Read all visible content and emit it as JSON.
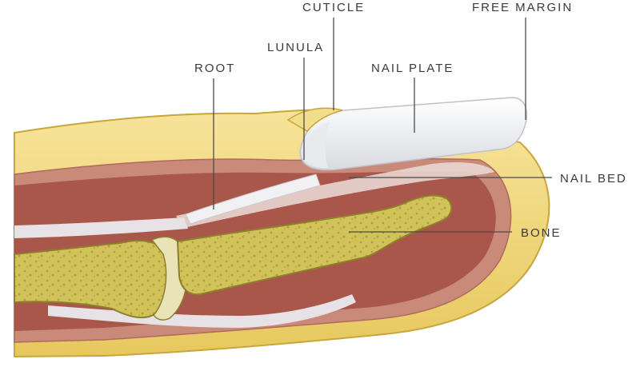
{
  "labels": {
    "cuticle": "CUTICLE",
    "free_margin": "FREE MARGIN",
    "lunula": "LUNULA",
    "root": "ROOT",
    "nail_plate": "NAIL PLATE",
    "nail_bed": "NAIL BED",
    "bone": "BONE"
  },
  "colors": {
    "background": "#ffffff",
    "skin": "#f2dd8a",
    "skin_edge": "#c8a63e",
    "dermis": "#c98a7a",
    "muscle": "#a9574a",
    "bone": "#d2c25a",
    "bone_edge": "#8d7f2c",
    "nail": "#f4f4f6",
    "leader": "#4a4a4a",
    "text": "#3a3a3a"
  }
}
